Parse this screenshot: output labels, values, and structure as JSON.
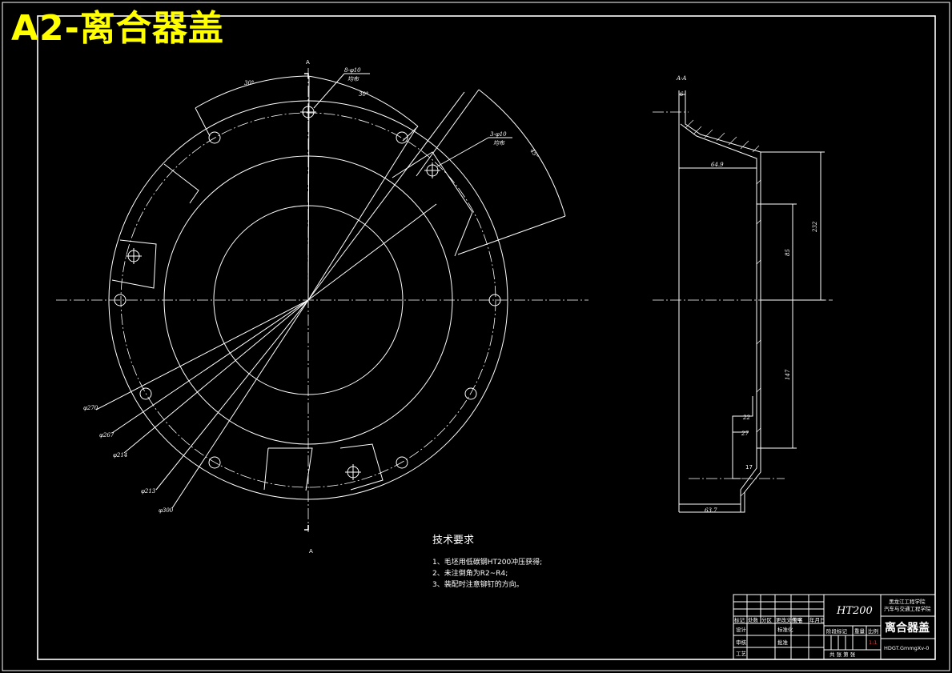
{
  "banner": {
    "title": "A2-离合器盖"
  },
  "views": {
    "section_mark_top": "A",
    "section_mark_bottom": "A",
    "section_view_title": "A-A"
  },
  "annotations": {
    "holes_top": "8-φ10",
    "holes_top_note": "均布",
    "holes_right": "3-φ10",
    "holes_right_note": "均布",
    "angle_a": "30°",
    "angle_b": "30°",
    "angle_c": "45°",
    "dia_1": "φ270",
    "dia_2": "φ267",
    "dia_3": "φ214",
    "dia_4": "φ213",
    "dia_5": "φ300"
  },
  "section_dims": {
    "top_gap": "6",
    "width_upper": "64.9",
    "height_overall": "232",
    "height_inner": "85",
    "height_lower": "147",
    "dim_22": "22",
    "dim_27": "27",
    "dim_17": "17",
    "width_lower": "63.7"
  },
  "requirements": {
    "heading": "技术要求",
    "items": [
      "1、毛坯用低碳钢HT200冲压获得;",
      "2、未注倒角为R2~R4;",
      "3、装配时注意铆钉的方向。"
    ]
  },
  "title_block": {
    "material": "HT200",
    "school_line1": "黑龙江工程学院",
    "school_line2": "汽车与交通工程学院",
    "part_name": "离合器盖",
    "row_labels": [
      "标记",
      "处数",
      "分区",
      "更改文件号",
      "签名",
      "年月日"
    ],
    "design_label": "设计",
    "standardize_label": "标准化",
    "review_label": "审核",
    "process_label": "工艺",
    "approve_label": "批准",
    "stage_label": "阶段标记",
    "weight_label": "重量",
    "scale_label": "比例",
    "scale_value": "1:1",
    "sheet_label": "共 张 第 张",
    "drawing_no": "HDGT.GmmgXv-0"
  },
  "colors": {
    "background": "#000000",
    "lines": "#ffffff",
    "banner": "#ffff00",
    "accent": "#00ff00"
  }
}
